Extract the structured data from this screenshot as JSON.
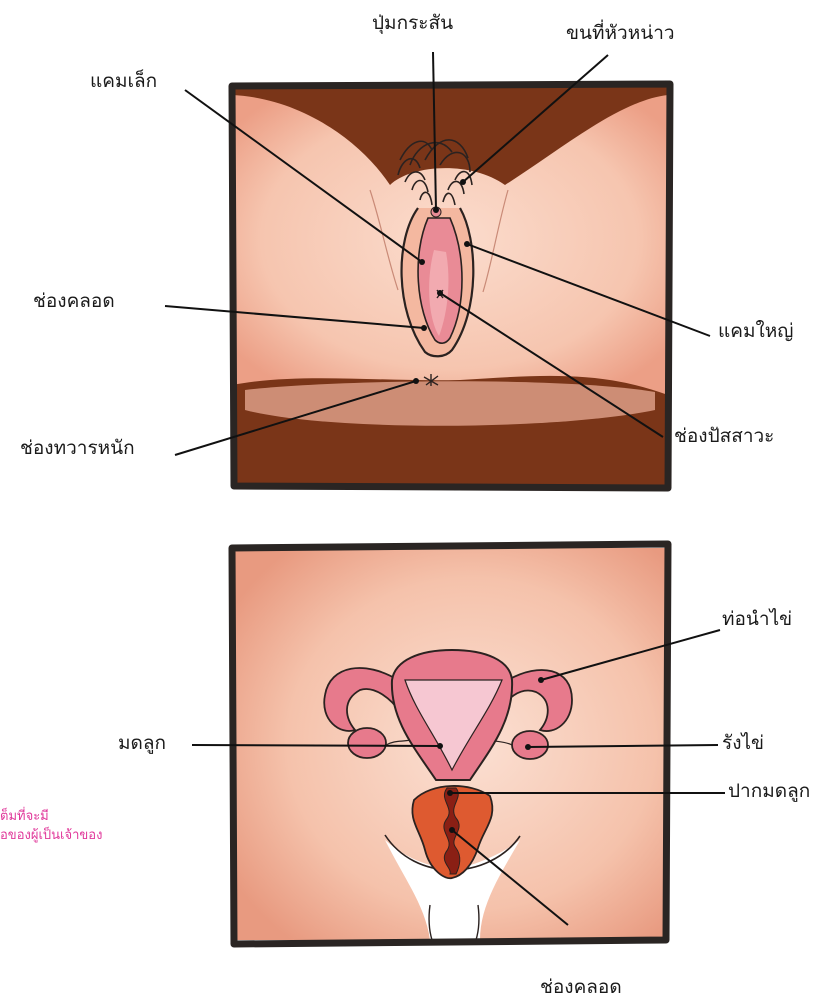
{
  "diagram_external": {
    "labels": {
      "clitoris": "ปุ่มกระสัน",
      "pubic_hair": "ขนที่หัวหน่าว",
      "labia_minora": "แคมเล็ก",
      "vaginal_opening": "ช่องคลอด",
      "labia_majora": "แคมใหญ่",
      "urethral_opening": "ช่องปัสสาวะ",
      "anus": "ช่องทวารหนัก"
    }
  },
  "diagram_internal": {
    "labels": {
      "fallopian_tube": "ท่อนำไข่",
      "uterus": "มดลูก",
      "ovary": "รังไข่",
      "cervix": "ปากมดลูก",
      "vagina": "ช่องคลอด"
    }
  },
  "side_note": {
    "line1": "ต็มที่จะมี",
    "line2": "อของผู้เป็นเจ้าของ"
  },
  "colors": {
    "skin": "#f7c7b3",
    "skin_dark": "#eba58e",
    "brown": "#7a3518",
    "frame": "#2a2523",
    "uterus": "#e77a8c",
    "cervix": "#de5a30",
    "note": "#e0389a"
  }
}
